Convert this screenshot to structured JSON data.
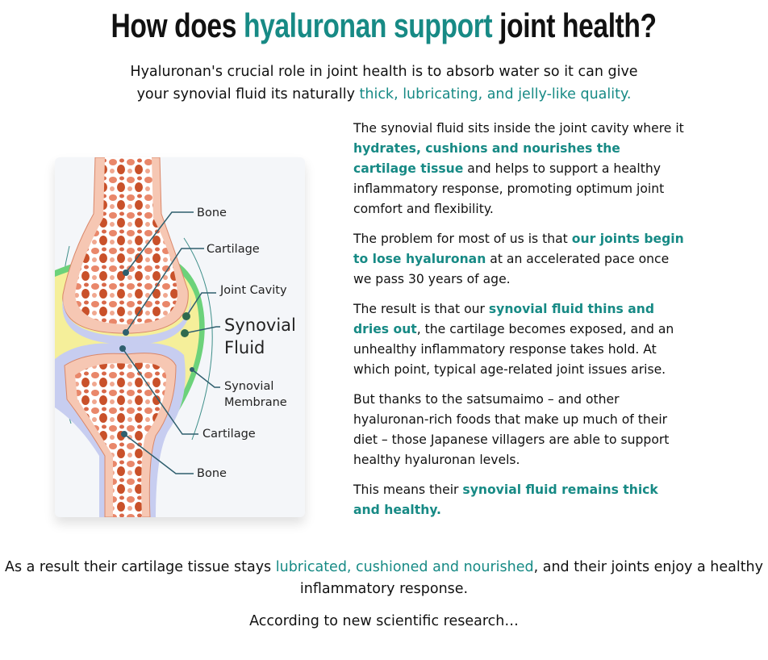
{
  "title": {
    "pre": "How does ",
    "highlight": "hyaluronan support",
    "post": " joint health?"
  },
  "intro": {
    "line1": "Hyaluronan's crucial role in joint health is to absorb water so it can give",
    "line2_pre": "your synovial fluid its naturally ",
    "line2_highlight": "thick, lubricating, and jelly-like quality."
  },
  "diagram": {
    "labels": {
      "bone_top": "Bone",
      "cartilage_top": "Cartilage",
      "joint_cavity": "Joint Cavity",
      "synovial_fluid_1": "Synovial",
      "synovial_fluid_2": "Fluid",
      "membrane_1": "Synovial",
      "membrane_2": "Membrane",
      "cartilage_bottom": "Cartilage",
      "bone_bottom": "Bone"
    },
    "colors": {
      "bone": "#f6c7b3",
      "marrow": "#c9512a",
      "cartilage": "#c7cdf0",
      "fluid": "#f5ef9a",
      "membrane": "#6cd27a",
      "pointer": "#2f5f6e"
    }
  },
  "paragraphs": [
    [
      {
        "t": "The synovial fluid sits inside the joint cavity where it ",
        "hl": false
      },
      {
        "t": "hydrates, cushions and nourishes the cartilage tissue",
        "hl": true
      },
      {
        "t": " and helps to support a healthy inflammatory response, promoting optimum joint comfort and flexibility.",
        "hl": false
      }
    ],
    [
      {
        "t": "The problem for most of us is that ",
        "hl": false
      },
      {
        "t": "our joints begin to lose hyaluronan",
        "hl": true
      },
      {
        "t": " at an accelerated pace once we pass 30 years of age.",
        "hl": false
      }
    ],
    [
      {
        "t": "The result is that our ",
        "hl": false
      },
      {
        "t": "synovial fluid thins and dries out",
        "hl": true
      },
      {
        "t": ", the cartilage becomes exposed, and an unhealthy inflammatory response takes hold. At which point, typical age-related joint issues arise.",
        "hl": false
      }
    ],
    [
      {
        "t": "But thanks to the satsumaimo – and other hyaluronan-rich foods that make up much of their diet – those Japanese villagers are able to support healthy hyaluronan levels.",
        "hl": false
      }
    ],
    [
      {
        "t": "This means their ",
        "hl": false
      },
      {
        "t": "synovial fluid remains thick and healthy.",
        "hl": true
      }
    ]
  ],
  "outro": {
    "p1_pre": "As a result their cartilage tissue stays ",
    "p1_highlight": "lubricated, cushioned and nourished",
    "p1_post": ", and their joints enjoy a healthy inflammatory response.",
    "p2": "According to new scientific research…"
  },
  "accent": "#178a85"
}
